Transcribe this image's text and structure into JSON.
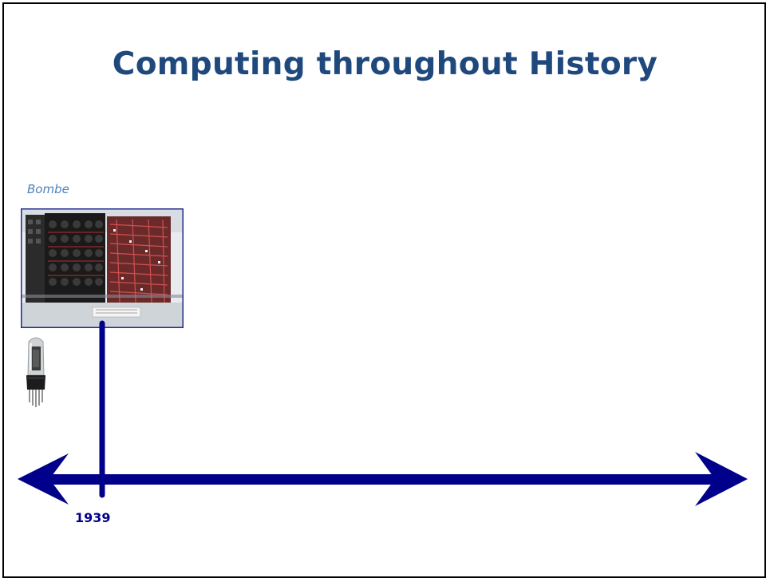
{
  "slide": {
    "title": "Computing throughout History"
  },
  "timeline": {
    "accent_color": "#00008b",
    "events": [
      {
        "year": "1939",
        "caption": "Bombe",
        "image": "bombe-machine-photo",
        "icon": "vacuum-tube-icon"
      }
    ]
  }
}
